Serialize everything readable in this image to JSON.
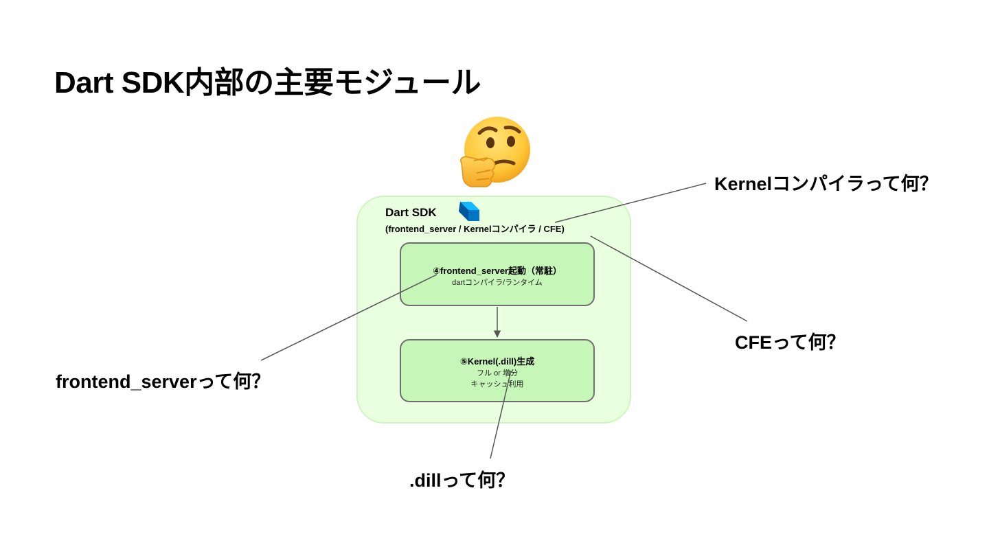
{
  "slide": {
    "title": "Dart SDK内部の主要モジュール"
  },
  "sdk": {
    "name": "Dart SDK",
    "subtitle": "(frontend_server / Kernelコンパイラ  / CFE)"
  },
  "steps": [
    {
      "title": "④frontend_server起動（常駐）",
      "lines": [
        "dartコンパイラ/ランタイム"
      ]
    },
    {
      "title": "⑤Kernel(.dill)生成",
      "lines": [
        "フル or 増分",
        "キャッシュ利用"
      ]
    }
  ],
  "callouts": {
    "kernel": "Kernelコンパイラって何？",
    "cfe": "CFEって何？",
    "frontend_server": "frontend_serverって何？",
    "dill": ".dillって何？"
  },
  "icons": {
    "thinking": "thinking-face-emoji",
    "logo": "dart-logo"
  },
  "colors": {
    "sdk_fill": "#eaffe0",
    "step_fill": "#c6f7b8",
    "dart_blue": "#0175c2"
  }
}
